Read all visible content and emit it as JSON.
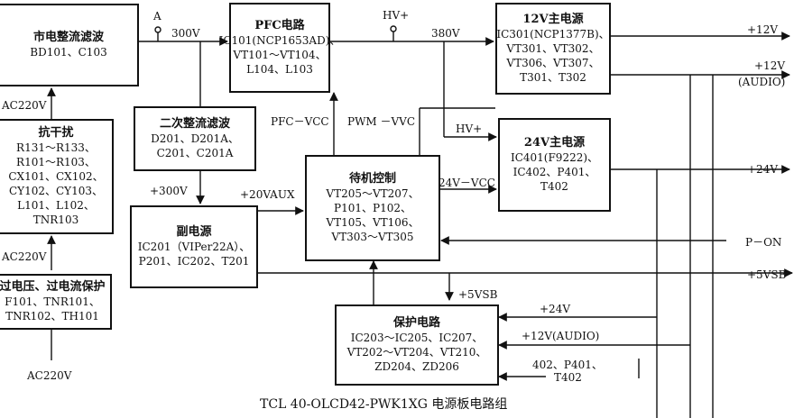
{
  "boxes": {
    "rectifier": {
      "title": "市电整流滤波",
      "lines": [
        "BD101、C103"
      ]
    },
    "emi": {
      "title": "抗干扰",
      "lines": [
        "R131～R133、",
        "R101～R103、",
        "CX101、CX102、",
        "CY102、CY103、",
        "L101、L102、",
        "TNR103"
      ]
    },
    "protect_in": {
      "title": "过电压、过电流保护",
      "lines": [
        "F101、TNR101、",
        "TNR102、TH101"
      ]
    },
    "secondary_rect": {
      "title": "二次整流滤波",
      "lines": [
        "D201、D201A、",
        "C201、C201A"
      ]
    },
    "aux_power": {
      "title": "副电源",
      "lines": [
        "IC201（VIPer22A）、",
        "P201、IC202、T201"
      ]
    },
    "pfc": {
      "title": "PFC电路",
      "lines": [
        "IC101(NCP1653AD)、",
        "VT101～VT104、",
        "L104、L103"
      ]
    },
    "standby": {
      "title": "待机控制",
      "lines": [
        "VT205～VT207、",
        "P101、P102、",
        "VT105、VT106、",
        "VT303～VT305"
      ]
    },
    "psu12": {
      "title": "12V主电源",
      "lines": [
        "IC301(NCP1377B)、",
        "VT301、VT302、",
        "VT306、VT307、",
        "T301、T302"
      ]
    },
    "psu24": {
      "title": "24V主电源",
      "lines": [
        "IC401(F9222)、",
        "IC402、P401、",
        "T402"
      ]
    },
    "protection": {
      "title": "保护电路",
      "lines": [
        "IC203～IC205、IC207、",
        "VT202～VT204、VT210、",
        "ZD204、ZD206"
      ]
    }
  },
  "labels": {
    "ac1": "AC220V",
    "ac2": "AC220V",
    "ac3": "AC220V",
    "a": "A",
    "v300": "300V",
    "hv1": "HV+",
    "v380": "380V",
    "hv2": "HV+",
    "pfc_vcc": "PFC－VCC",
    "pwm_vcc": "PWM －VVC",
    "v24_vcc": "24V－VCC",
    "p300": "+300V",
    "p20aux": "+20VAUX",
    "p5vsb_in": "+5VSB",
    "in24": "+24V",
    "in12a": "+12V(AUDIO)",
    "in_misc_1": "402、P401、",
    "in_misc_2": "T402",
    "out12": "+12V",
    "out12a_1": "+12V",
    "out12a_2": "(AUDIO)",
    "out24": "+24V",
    "pon": "P－ON",
    "out5vsb": "+5VSB"
  },
  "caption": "TCL 40-OLCD42-PWK1XG 电源板电路组"
}
